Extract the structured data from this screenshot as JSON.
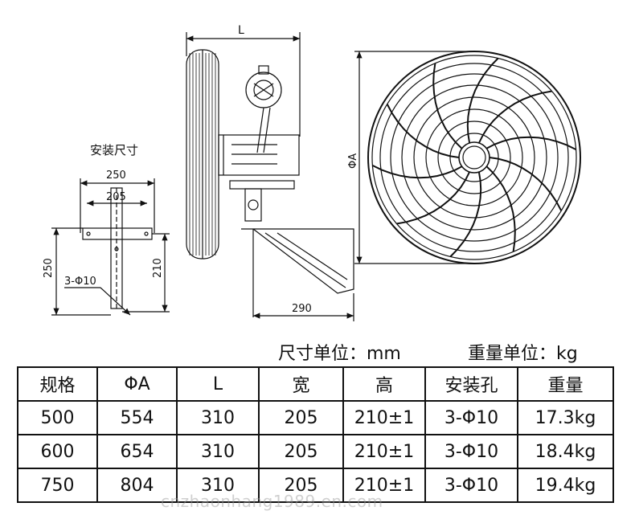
{
  "drawing": {
    "mount_title": "安装尺寸",
    "dim_L": "L",
    "dim_250_top": "250",
    "dim_205": "205",
    "dim_250_side": "250",
    "dim_210": "210",
    "dim_holes": "3-Φ10",
    "dim_290": "290",
    "dim_phiA": "ΦA"
  },
  "units": {
    "size": "尺寸单位：mm",
    "weight": "重量单位：kg"
  },
  "table": {
    "headers": [
      "规格",
      "ΦA",
      "L",
      "宽",
      "高",
      "安装孔",
      "重量"
    ],
    "rows": [
      [
        "500",
        "554",
        "310",
        "205",
        "210±1",
        "3-Φ10",
        "17.3kg"
      ],
      [
        "600",
        "654",
        "310",
        "205",
        "210±1",
        "3-Φ10",
        "18.4kg"
      ],
      [
        "750",
        "804",
        "310",
        "205",
        "210±1",
        "3-Φ10",
        "19.4kg"
      ]
    ]
  },
  "watermark": "cnzhaonhang1989.en.com"
}
